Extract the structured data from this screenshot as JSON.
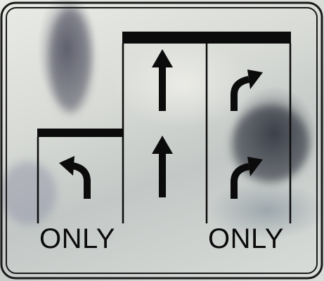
{
  "sign": {
    "left_lane_label": "ONLY",
    "right_lane_label": "ONLY",
    "lanes": [
      {
        "arrows": [
          "left-turn"
        ]
      },
      {
        "arrows": [
          "straight",
          "straight"
        ]
      },
      {
        "arrows": [
          "right-turn",
          "right-turn"
        ]
      }
    ],
    "colors": {
      "ink": "#0b0b0b",
      "frame": "#1a1a1a"
    }
  }
}
